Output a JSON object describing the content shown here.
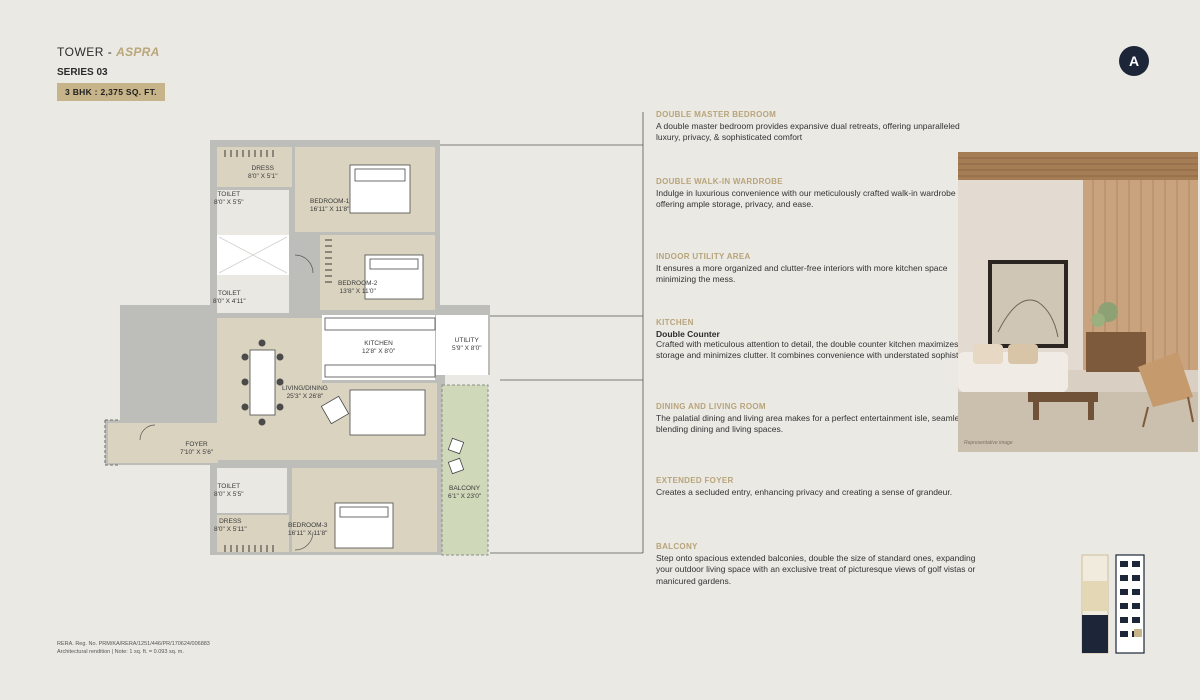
{
  "header": {
    "tower_prefix": "TOWER - ",
    "tower_name": "ASPRA",
    "series": "SERIES 03",
    "config_badge": "3 BHK : 2,375 SQ. FT.",
    "corner_badge": "A"
  },
  "rooms": {
    "dress_top": {
      "name": "DRESS",
      "size": "8'0\" X 5'1\""
    },
    "toilet_1": {
      "name": "TOILET",
      "size": "8'0\" X 5'5\""
    },
    "bedroom_1": {
      "name": "BEDROOM-1",
      "size": "16'11\" X 11'8\""
    },
    "bedroom_2": {
      "name": "BEDROOM-2",
      "size": "13'8\" X 11'0\""
    },
    "toilet_2": {
      "name": "TOILET",
      "size": "8'0\" X 4'11\""
    },
    "kitchen": {
      "name": "KITCHEN",
      "size": "12'8\" X 8'0\""
    },
    "utility": {
      "name": "UTILITY",
      "size": "5'9\" X 8'0\""
    },
    "living": {
      "name": "LIVING/DINING",
      "size": "25'3\" X 26'8\""
    },
    "foyer": {
      "name": "FOYER",
      "size": "7'10\" X 5'6\""
    },
    "balcony": {
      "name": "BALCONY",
      "size": "6'1\" X 23'0\""
    },
    "toilet_3": {
      "name": "TOILET",
      "size": "8'0\" X 5'5\""
    },
    "dress_bottom": {
      "name": "DRESS",
      "size": "8'0\" X 5'11\""
    },
    "bedroom_3": {
      "name": "BEDROOM-3",
      "size": "16'11\" X 11'8\""
    }
  },
  "features": [
    {
      "title": "DOUBLE MASTER BEDROOM",
      "subtitle": "",
      "description": "A double master bedroom provides expansive dual retreats, offering unparalleled luxury, privacy, & sophisticated comfort"
    },
    {
      "title": "DOUBLE WALK-IN WARDROBE",
      "subtitle": "",
      "description": "Indulge in luxurious convenience with our meticulously crafted walk-in wardrobe space, offering ample storage, privacy, and ease."
    },
    {
      "title": "INDOOR UTILITY AREA",
      "subtitle": "",
      "description": "It ensures a more organized and clutter-free interiors with more kitchen space minimizing the mess."
    },
    {
      "title": "KITCHEN",
      "subtitle": "Double Counter",
      "description": "Crafted with meticulous attention to detail, the double counter kitchen maximizes storage and minimizes clutter. It combines convenience with understated sophistication."
    },
    {
      "title": "DINING AND LIVING ROOM",
      "subtitle": "",
      "description": "The palatial dining and living area makes for a perfect entertainment isle, seamlessly blending dining and living spaces."
    },
    {
      "title": "EXTENDED FOYER",
      "subtitle": "",
      "description": "Creates a secluded entry, enhancing privacy and creating a sense of grandeur."
    },
    {
      "title": "BALCONY",
      "subtitle": "",
      "description": "Step onto spacious extended balconies, double the size of standard ones, expanding your outdoor living space with an exclusive treat of picturesque views of golf vistas or manicured gardens."
    }
  ],
  "photo": {
    "caption": "Representative image",
    "icon": "interior-render-image"
  },
  "footer": {
    "rera": "RERA. Reg. No. PRM/KA/RERA/1251/446/PR/170624/006883",
    "note": "Architectural rendition  |  Note: 1 sq. ft. = 0.093 sq. m."
  },
  "keyplan": {
    "icon": "tower-key-plan-icon",
    "accent": "#1c2638"
  },
  "colors": {
    "gold": "#b8a47a",
    "navy": "#1c2638",
    "room_fill": "#d8d2bd",
    "wall": "#b6b6b2",
    "balcony": "#cfd8b8"
  }
}
